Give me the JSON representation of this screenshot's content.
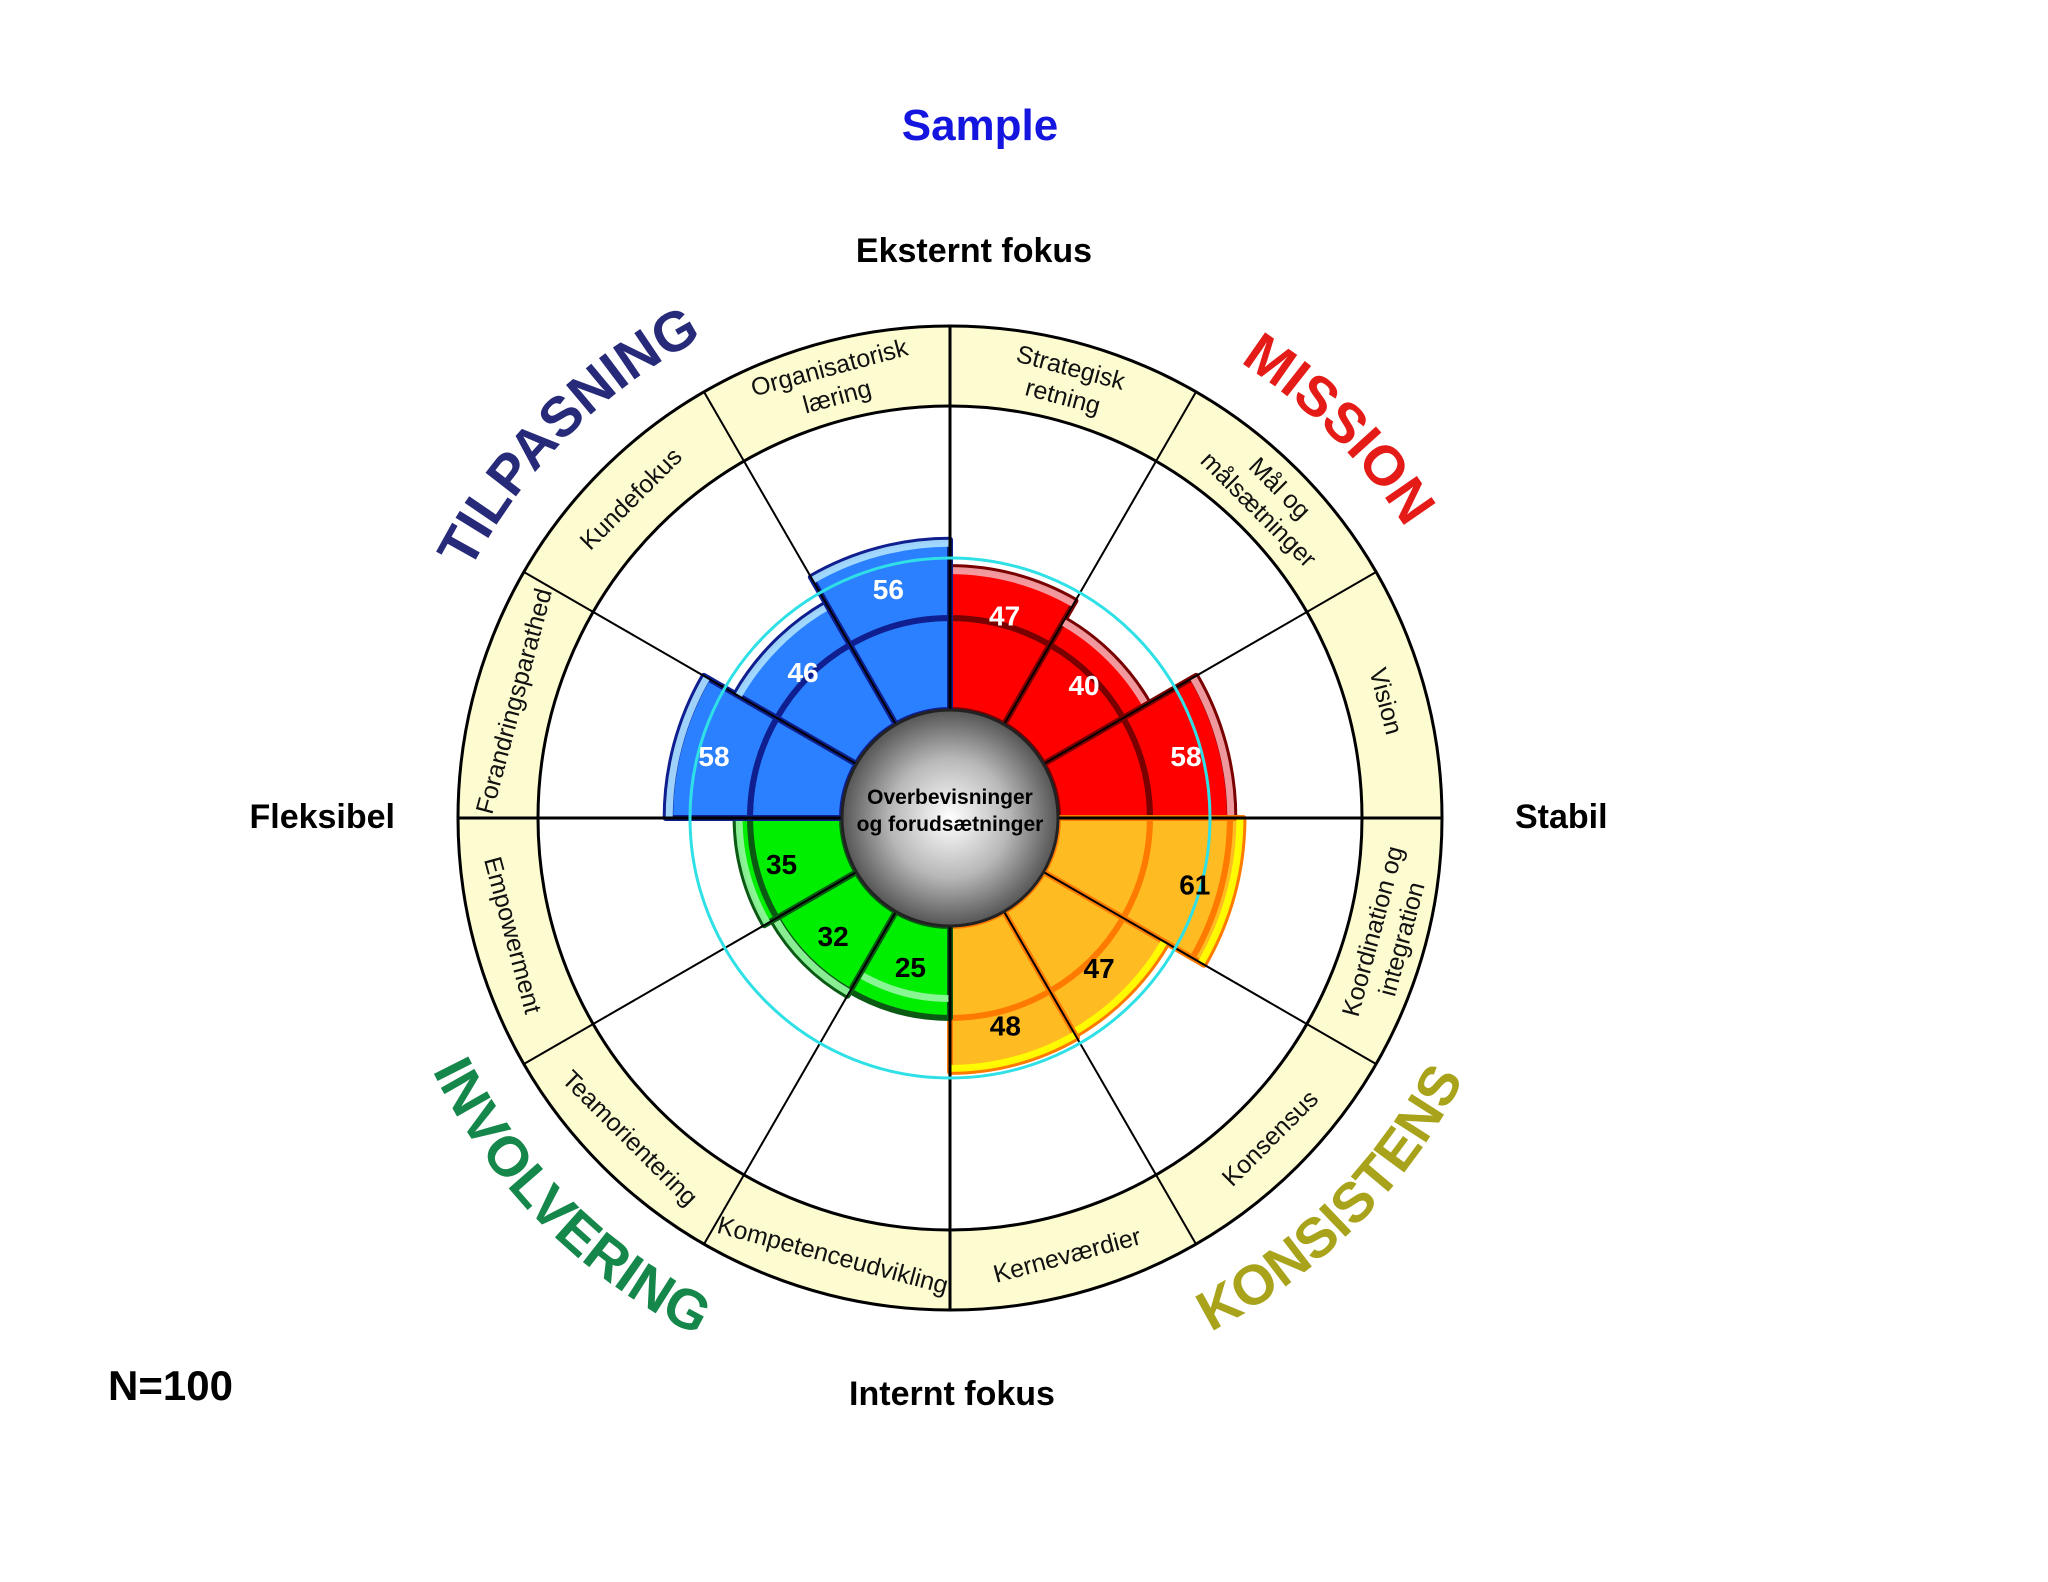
{
  "title": "Sample",
  "n_label": "N=100",
  "axis": {
    "top": "Eksternt fokus",
    "bottom": "Internt fokus",
    "left": "Fleksibel",
    "right": "Stabil"
  },
  "center": {
    "line1": "Overbevisninger",
    "line2": "og forudsætninger"
  },
  "colors": {
    "ring_fill": "#fdfbd0",
    "guide_ring": "#2fe0e6",
    "title": "#1515e0"
  },
  "chart_data": {
    "type": "polar-bar",
    "scale": [
      0,
      100
    ],
    "guide_ring_value": 50,
    "traits": [
      {
        "name": "MISSION",
        "color": "#e41b17",
        "fill": "#ff0000",
        "dark": "#7a0000",
        "light": "#f4a0a6",
        "text_color": "#ffffff",
        "indexes": [
          {
            "label": [
              "Strategisk",
              "retning"
            ],
            "value": 47
          },
          {
            "label": [
              "Mål og",
              "målsætninger"
            ],
            "value": 40
          },
          {
            "label": [
              "Vision"
            ],
            "value": 58
          }
        ]
      },
      {
        "name": "KONSISTENS",
        "color": "#a8a31b",
        "fill": "#ffbb22",
        "dark": "#ff7a00",
        "light": "#ffff00",
        "text_color": "#000000",
        "indexes": [
          {
            "label": [
              "Koordination og",
              "integration"
            ],
            "value": 61
          },
          {
            "label": [
              "Konsensus"
            ],
            "value": 47
          },
          {
            "label": [
              "Kerneværdier"
            ],
            "value": 48
          }
        ]
      },
      {
        "name": "INVOLVERING",
        "color": "#15874a",
        "fill": "#00ee00",
        "dark": "#0a5a14",
        "light": "#8ff59a",
        "text_color": "#000000",
        "indexes": [
          {
            "label": [
              "Kompetenceudvikling"
            ],
            "value": 25
          },
          {
            "label": [
              "Teamorientering"
            ],
            "value": 32
          },
          {
            "label": [
              "Empowerment"
            ],
            "value": 35
          }
        ]
      },
      {
        "name": "TILPASNING",
        "color": "#262a78",
        "fill": "#2a80ff",
        "dark": "#0f1f90",
        "light": "#a8dcff",
        "text_color": "#ffffff",
        "indexes": [
          {
            "label": [
              "Forandringsparathed"
            ],
            "value": 58
          },
          {
            "label": [
              "Kundefokus"
            ],
            "value": 46
          },
          {
            "label": [
              "Organisatorisk",
              "læring"
            ],
            "value": 56
          }
        ]
      }
    ]
  }
}
